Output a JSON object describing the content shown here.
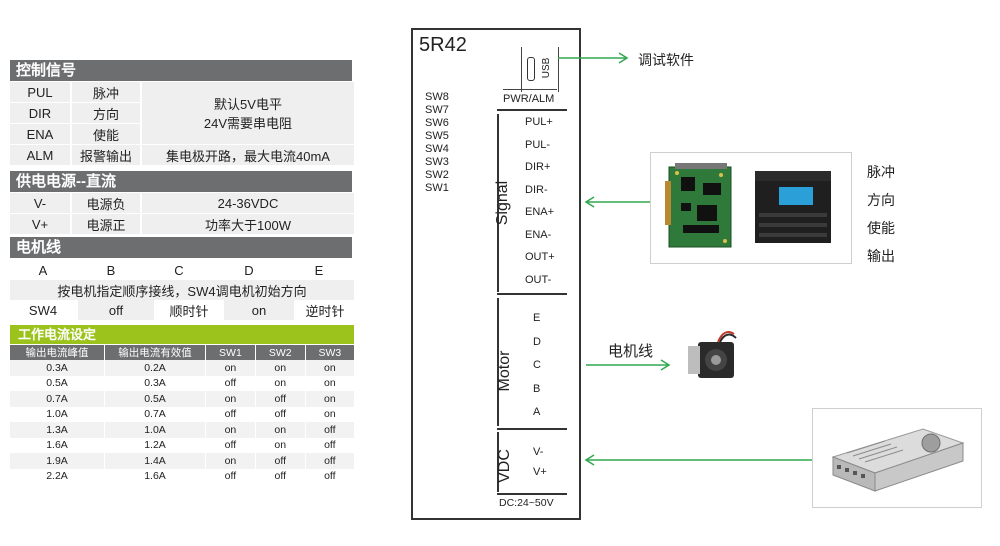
{
  "left": {
    "control": {
      "title": "控制信号",
      "rows": [
        {
          "sig": "PUL",
          "desc": "脉冲"
        },
        {
          "sig": "DIR",
          "desc": "方向"
        },
        {
          "sig": "ENA",
          "desc": "使能"
        },
        {
          "sig": "ALM",
          "desc": "报警输出"
        }
      ],
      "note1": "默认5V电平",
      "note2": "24V需要串电阻",
      "note3": "集电极开路，最大电流40mA"
    },
    "power": {
      "title": "供电电源--直流",
      "rows": [
        {
          "sig": "V-",
          "desc": "电源负",
          "note": "24-36VDC"
        },
        {
          "sig": "V+",
          "desc": "电源正",
          "note": "功率大于100W"
        }
      ]
    },
    "motor": {
      "title": "电机线",
      "letters": [
        "A",
        "B",
        "C",
        "D",
        "E"
      ],
      "note": "按电机指定顺序接线，SW4调电机初始方向",
      "sw4": [
        "SW4",
        "off",
        "顺时针",
        "on",
        "逆时针"
      ]
    },
    "current": {
      "title": "工作电流设定",
      "headers": [
        "输出电流峰值",
        "输出电流有效值",
        "SW1",
        "SW2",
        "SW3"
      ],
      "rows": [
        [
          "0.3A",
          "0.2A",
          "on",
          "on",
          "on"
        ],
        [
          "0.5A",
          "0.3A",
          "off",
          "on",
          "on"
        ],
        [
          "0.7A",
          "0.5A",
          "on",
          "off",
          "on"
        ],
        [
          "1.0A",
          "0.7A",
          "off",
          "off",
          "on"
        ],
        [
          "1.3A",
          "1.0A",
          "on",
          "on",
          "off"
        ],
        [
          "1.6A",
          "1.2A",
          "off",
          "on",
          "off"
        ],
        [
          "1.9A",
          "1.4A",
          "on",
          "off",
          "off"
        ],
        [
          "2.2A",
          "1.6A",
          "off",
          "off",
          "off"
        ]
      ]
    }
  },
  "driver": {
    "model": "5R42",
    "switches": [
      "SW8",
      "SW7",
      "SW6",
      "SW5",
      "SW4",
      "SW3",
      "SW2",
      "SW1"
    ],
    "usb": "USB",
    "pwr_alm": "PWR/ALM",
    "signal_label": "Signal",
    "signal_pins": [
      "PUL+",
      "PUL-",
      "DIR+",
      "DIR-",
      "ENA+",
      "ENA-",
      "OUT+",
      "OUT-"
    ],
    "motor_label": "Motor",
    "motor_pins": [
      "E",
      "D",
      "C",
      "B",
      "A"
    ],
    "vdc_label": "VDC",
    "vdc_pins": [
      "V-",
      "V+"
    ],
    "vdc_range": "DC:24~50V"
  },
  "right": {
    "debug_software": "调试软件",
    "motor_cable": "电机线",
    "controller_labels": [
      "脉冲",
      "方向",
      "使能",
      "输出"
    ]
  },
  "colors": {
    "arrow": "#2fa84f",
    "accent": "#9bc31c",
    "header": "#6d6e70"
  }
}
